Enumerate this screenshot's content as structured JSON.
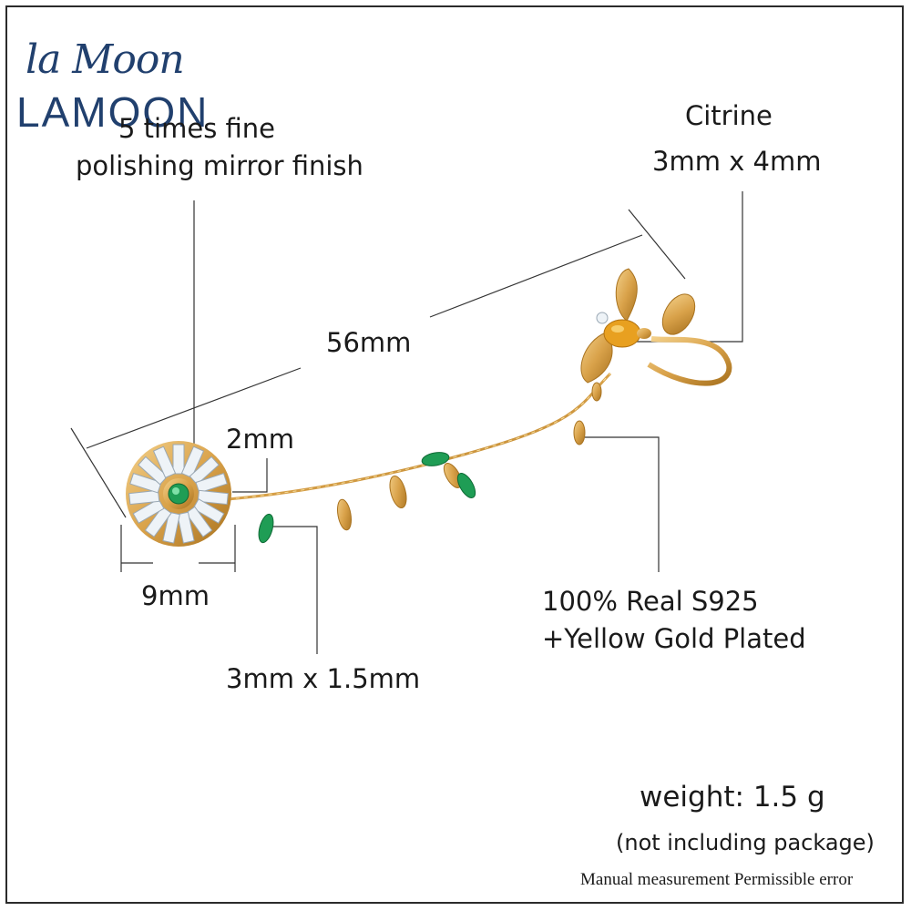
{
  "brand": {
    "script_logo": "la Moon",
    "wordmark": "LAMOON"
  },
  "callouts": {
    "finish_line1": "5 times fine",
    "finish_line2": "polishing mirror finish",
    "stone_name": "Citrine",
    "stone_size": "3mm x 4mm",
    "length": "56mm",
    "center_stone": "2mm",
    "flower_width": "9mm",
    "leaf_stone": "3mm x 1.5mm",
    "material_line1": "100% Real S925",
    "material_line2": "+Yellow Gold Plated"
  },
  "specs": {
    "weight": "weight:  1.5   g",
    "weight_note": "(not including package)",
    "disclaimer": "Manual measurement Permissible error"
  },
  "colors": {
    "brand_blue": "#21406e",
    "gold": "#d9a24a",
    "citrine": "#e8a020",
    "emerald": "#1f9d55",
    "crystal": "#eef3f7"
  }
}
